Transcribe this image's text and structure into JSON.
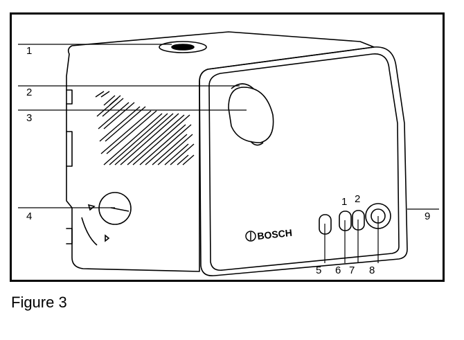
{
  "caption": "Figure 3",
  "brand": "BOSCH",
  "callouts": {
    "c1": "1",
    "c2": "2",
    "c3": "3",
    "c4": "4",
    "c5": "5",
    "c6": "6",
    "c7": "7",
    "c8": "8",
    "c9": "9",
    "led1": "1",
    "led2": "2"
  }
}
